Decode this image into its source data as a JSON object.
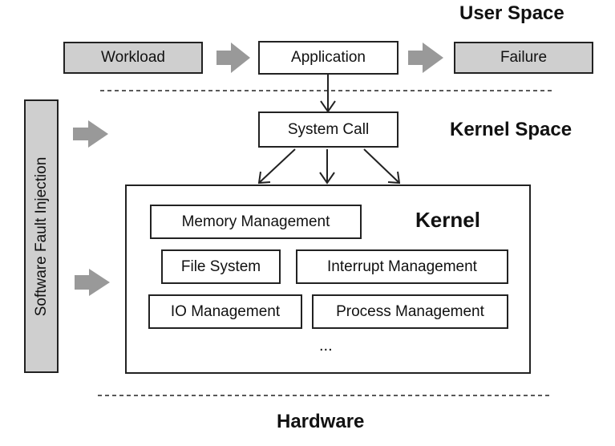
{
  "titles": {
    "user_space": "User Space",
    "kernel_space": "Kernel Space",
    "kernel": "Kernel",
    "hardware": "Hardware"
  },
  "user_row": {
    "workload": "Workload",
    "application": "Application",
    "failure": "Failure"
  },
  "system_call": "System Call",
  "kernel_components": {
    "memory": "Memory Management",
    "file_system": "File System",
    "interrupt": "Interrupt Management",
    "io": "IO Management",
    "process": "Process Management",
    "more": "..."
  },
  "side_panel": "Software Fault Injection",
  "colors": {
    "grey_fill": "#cfcfcf",
    "arrow_fill": "#999999",
    "line": "#222222"
  }
}
